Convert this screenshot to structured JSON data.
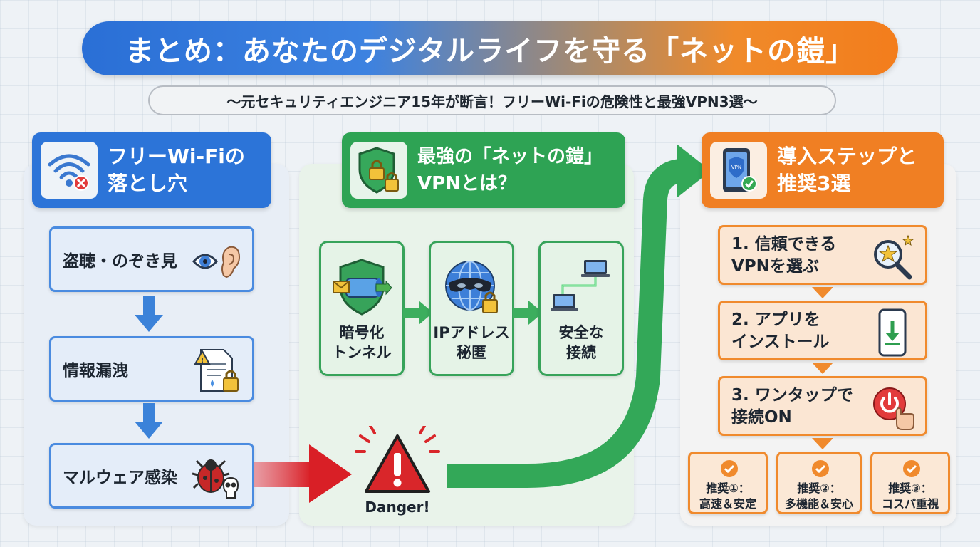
{
  "title": "まとめ：あなたのデジタルライフを守る「ネットの鎧」",
  "subtitle": "〜元セキュリティエンジニア15年が断言！フリーWi-Fiの危険性と最強VPN3選〜",
  "colors": {
    "blue": "#2c74d8",
    "green": "#2ea354",
    "orange": "#f07f23",
    "danger_red": "#d9262a"
  },
  "left_panel": {
    "heading": "フリーWi-Fiの\n落とし穴",
    "heading_icon": "wifi-warning-icon",
    "steps": [
      {
        "label": "盗聴・のぞき見",
        "icon": "eye-ear-icon"
      },
      {
        "label": "情報漏洩",
        "icon": "document-lock-icon"
      },
      {
        "label": "マルウェア感染",
        "icon": "bug-skull-icon"
      }
    ]
  },
  "middle_panel": {
    "heading": "最強の「ネットの鎧」\nVPNとは？",
    "heading_icon": "shield-lock-icon",
    "cards": [
      {
        "label": "暗号化\nトンネル",
        "icon": "encrypted-tunnel-icon"
      },
      {
        "label": "IPアドレス\n秘匿",
        "icon": "masked-globe-icon"
      },
      {
        "label": "安全な\n接続",
        "icon": "connected-laptops-icon"
      }
    ],
    "danger_label": "Danger!"
  },
  "right_panel": {
    "heading": "導入ステップと\n推奨3選",
    "heading_icon": "vpn-phone-icon",
    "steps": [
      {
        "label": "1. 信頼できる\n    VPNを選ぶ",
        "icon": "search-star-icon"
      },
      {
        "label": "2. アプリを\n    インストール",
        "icon": "phone-download-icon"
      },
      {
        "label": "3. ワンタップで\n    接続ON",
        "icon": "power-tap-icon"
      }
    ],
    "recommendations": [
      {
        "label": "推奨①：\n高速＆安定"
      },
      {
        "label": "推奨②：\n多機能＆安心"
      },
      {
        "label": "推奨③：\nコスパ重視"
      }
    ]
  }
}
